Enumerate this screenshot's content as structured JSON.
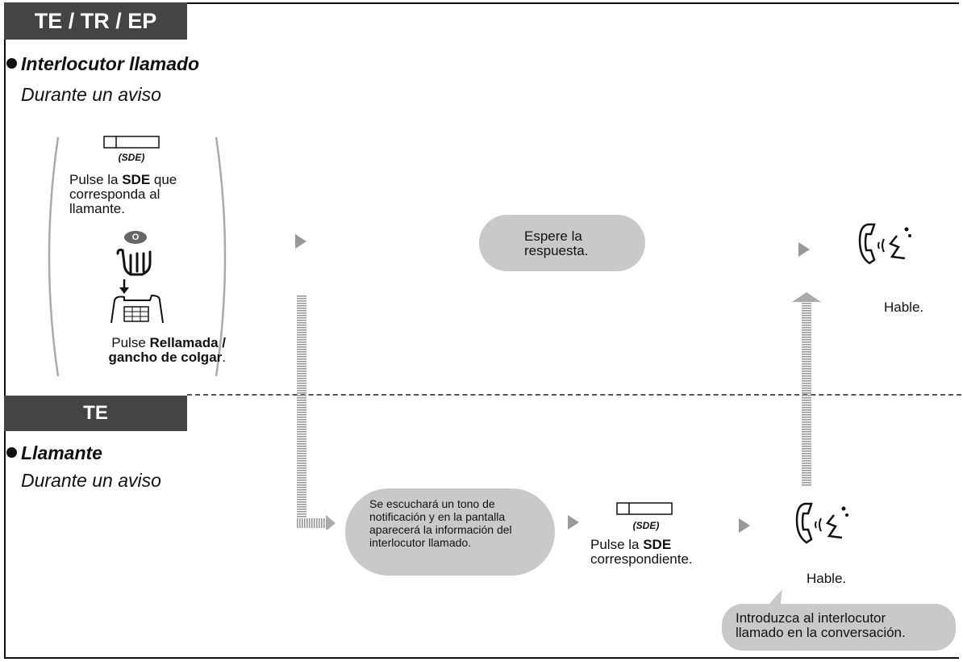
{
  "tabs": {
    "top": "TE / TR / EP",
    "bottom": "TE"
  },
  "called": {
    "heading": "Interlocutor llamado",
    "condition": "Durante un aviso",
    "sde_label": "(SDE)",
    "step1": {
      "pre": "Pulse la ",
      "bold": "SDE",
      "post": " que",
      "line2": "corresponda al",
      "line3": "llamante."
    },
    "dial_key": "O",
    "step2": {
      "pre": "Pulse ",
      "bold1": "Rellamada /",
      "bold2": "gancho de colgar",
      "post": "."
    },
    "wait": {
      "line1": "Espere la",
      "line2": "respuesta."
    },
    "talk": "Hable."
  },
  "caller": {
    "heading": "Llamante",
    "condition": "Durante un aviso",
    "notify": {
      "l1": "Se escuchará un tono de",
      "l2": "notificación y en la pantalla",
      "l3": "aparecerá la información del",
      "l4": "interlocutor llamado."
    },
    "sde_label": "(SDE)",
    "press": {
      "pre": "Pulse la ",
      "bold": "SDE",
      "line2": "correspondiente."
    },
    "talk": "Hable.",
    "introduce": {
      "line1": "Introduzca al interlocutor",
      "line2": "llamado en la conversación."
    }
  },
  "icons": [
    "sde-key-icon",
    "finger-press-icon",
    "hookswitch-icon",
    "handset-talk-icon",
    "arrow-right-icon"
  ],
  "colors": {
    "tab_bg": "#444444",
    "bubble": "#c9c9c9",
    "arrow": "#999999"
  }
}
